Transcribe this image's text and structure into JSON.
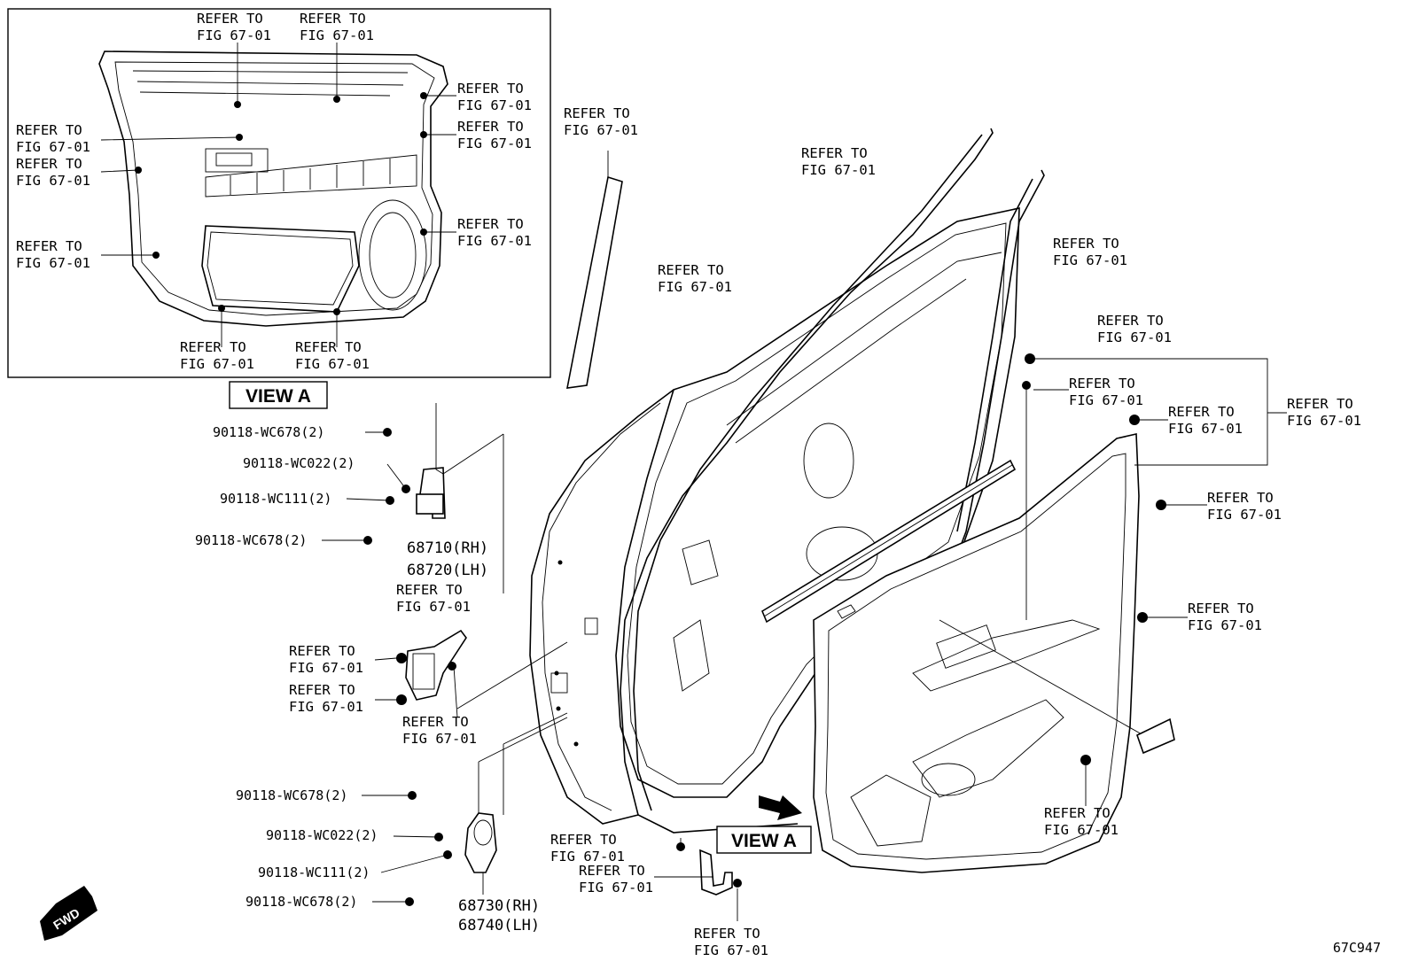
{
  "diagram_code": "67C947",
  "view_a_label": "VIEW A",
  "fwd_label": "FWD",
  "ref_line1": "REFER TO",
  "ref_line2": "FIG 67-01",
  "parts": {
    "bolt_upper_1": "90118-WC678(2)",
    "bolt_upper_2": "90118-WC022(2)",
    "bolt_upper_3": "90118-WC111(2)",
    "bolt_upper_4": "90118-WC678(2)",
    "hinge_upper_rh": "68710(RH)",
    "hinge_upper_lh": "68720(LH)",
    "bolt_lower_1": "90118-WC678(2)",
    "bolt_lower_2": "90118-WC022(2)",
    "bolt_lower_3": "90118-WC111(2)",
    "bolt_lower_4": "90118-WC678(2)",
    "hinge_lower_rh": "68730(RH)",
    "hinge_lower_lh": "68740(LH)"
  }
}
